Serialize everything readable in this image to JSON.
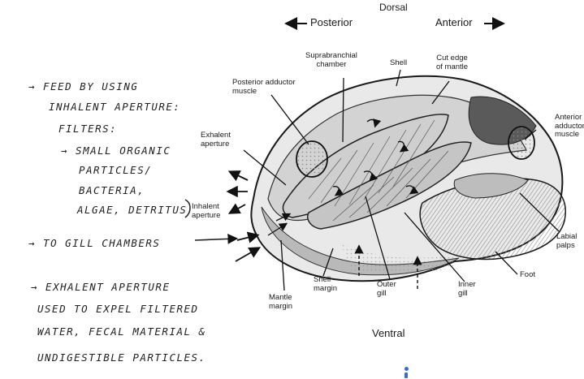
{
  "directions": {
    "posterior": "Posterior",
    "dorsal": "Dorsal",
    "anterior": "Anterior",
    "ventral": "Ventral"
  },
  "labels": {
    "suprabranchial_chamber": "Suprabranchial\nchamber",
    "shell": "Shell",
    "cut_edge_of_mantle": "Cut edge\nof mantle",
    "posterior_adductor_muscle": "Posterior adductor\nmuscle",
    "anterior_adductor_muscle": "Anterior\nadductor\nmuscle",
    "exhalent_aperture": "Exhalent\naperture",
    "inhalent_aperture": "Inhalent\naperture",
    "labial_palps": "Labial\npalps",
    "foot": "Foot",
    "shell_margin": "Shell\nmargin",
    "outer_gill": "Outer\ngill",
    "inner_gill": "Inner\ngill",
    "mantle_margin": "Mantle\nmargin"
  },
  "notes": {
    "line1": "→ FEED BY USING",
    "line2": "INHALENT APERTURE:",
    "line3": "FILTERS:",
    "line4": "→ SMALL ORGANIC",
    "line5": "PARTICLES/",
    "line6": "BACTERIA,",
    "line7": "ALGAE, DETRITUS",
    "line8": "→ TO GILL CHAMBERS",
    "line9": "→ EXHALENT APERTURE",
    "line10": "USED TO EXPEL FILTERED",
    "line11": "WATER, FECAL MATERIAL &",
    "line12": "UNDIGESTIBLE PARTICLES."
  },
  "colors": {
    "ink": "#1a1a1a",
    "shading": "#9a9a9a",
    "cursor": "#2f6fd6"
  }
}
